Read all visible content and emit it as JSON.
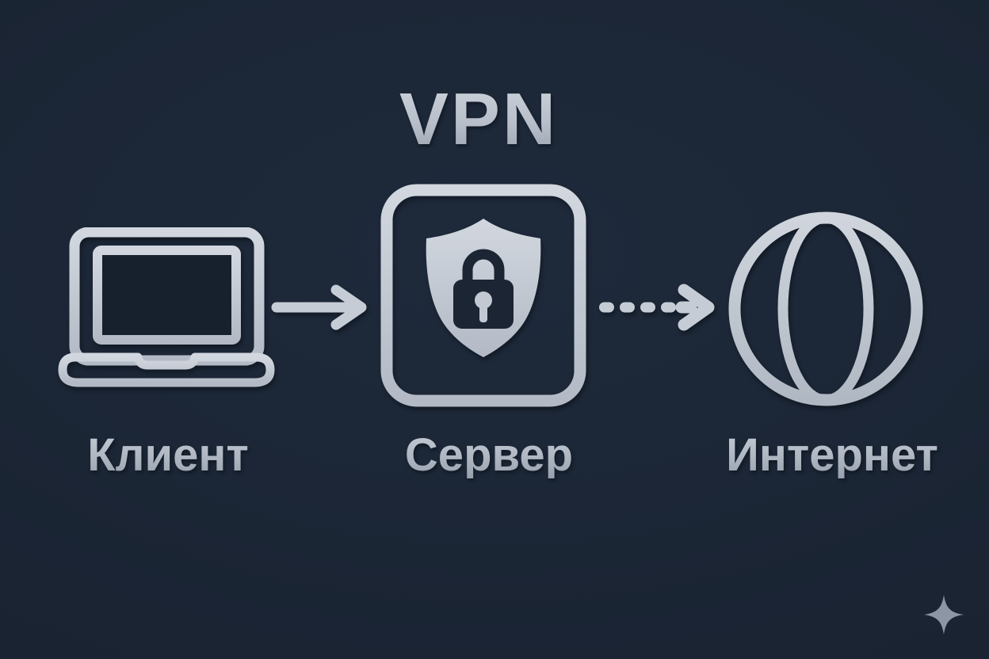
{
  "diagram": {
    "title": "VPN",
    "nodes": [
      {
        "id": "client",
        "label": "Клиент",
        "icon": "laptop-icon"
      },
      {
        "id": "server",
        "label": "Сервер",
        "icon": "shield-lock-icon"
      },
      {
        "id": "internet",
        "label": "Интернет",
        "icon": "globe-icon"
      }
    ],
    "connections": [
      {
        "from": "client",
        "to": "server",
        "style": "solid-arrow"
      },
      {
        "from": "server",
        "to": "internet",
        "style": "dashed-arrow"
      }
    ],
    "colors": {
      "background": "#1a2433",
      "stroke_silver": "#c7cdd6",
      "stroke_silver_dark": "#a9b1bd",
      "text_silver": "#b4bcc7",
      "dark_inset": "#17202d",
      "sparkle": "#8d96a5"
    }
  },
  "watermark": {
    "icon": "sparkle-icon"
  }
}
